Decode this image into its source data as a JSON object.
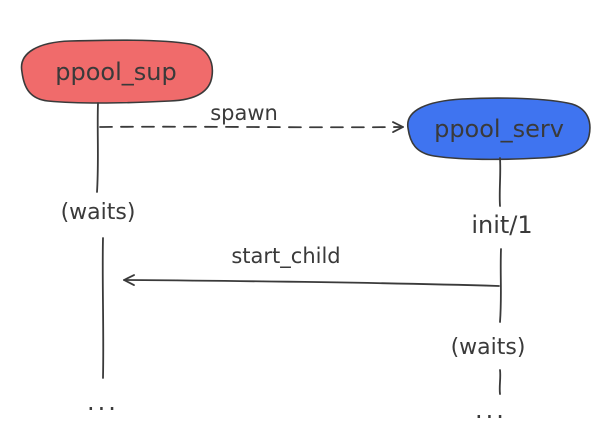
{
  "diagram": {
    "nodes": {
      "supervisor": {
        "label": "ppool_sup",
        "fill": "#f06b6b"
      },
      "server": {
        "label": "ppool_serv",
        "fill": "#3f74f0"
      }
    },
    "messages": {
      "spawn": "spawn",
      "start_child": "start_child"
    },
    "annotations": {
      "sup_waits": "(waits)",
      "serv_init": "init/1",
      "serv_waits": "(waits)",
      "sup_continue": "...",
      "serv_continue": "..."
    },
    "colors": {
      "ink": "#3a3a3a"
    }
  }
}
